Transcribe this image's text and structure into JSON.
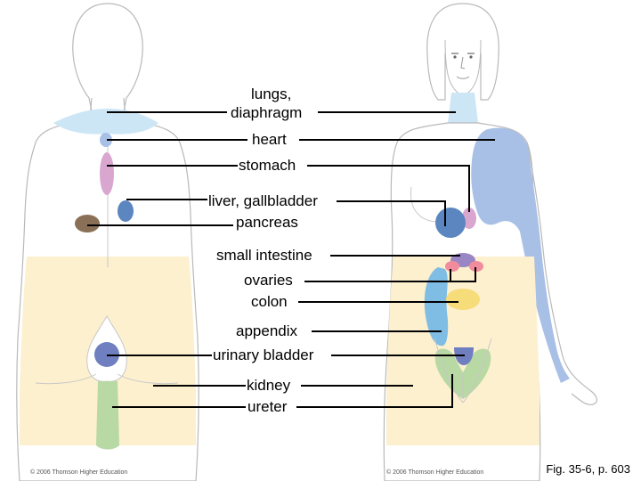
{
  "labels": {
    "lungs_line1": "lungs,",
    "lungs_line2": "diaphragm",
    "heart": "heart",
    "stomach": "stomach",
    "liver": "liver, gallbladder",
    "pancreas": "pancreas",
    "small_intestine": "small intestine",
    "ovaries": "ovaries",
    "colon": "colon",
    "appendix": "appendix",
    "urinary_bladder": "urinary bladder",
    "kidney": "kidney",
    "ureter": "ureter"
  },
  "credits": {
    "left": "© 2006 Thomson Higher Education",
    "right": "© 2006 Thomson Higher Education"
  },
  "figure_caption": "Fig. 35-6, p. 603",
  "colors": {
    "lung_blue": "#cde6f6",
    "heart_blue": "#a9c0e6",
    "stomach_pink": "#d9a6d0",
    "pancreas_blue": "#5b86bf",
    "liver_brown": "#8a7056",
    "abdomen_cream": "#fdf0cf",
    "bladder_purple": "#6f7fc0",
    "ureter_green": "#b8d8a4",
    "colon_blue": "#7fbde4",
    "ovary_pink": "#f08c9c",
    "appendix_yellow": "#f7dc7a",
    "uterus_purple": "#9a86c4"
  }
}
